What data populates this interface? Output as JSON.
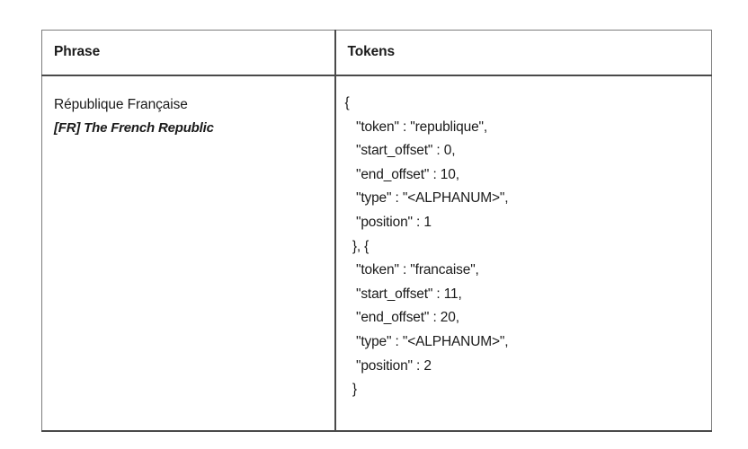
{
  "document": {
    "type": "table",
    "background_color": "#ffffff",
    "border_color": "#7d7d7d",
    "heavy_border_color": "#4a4a4a",
    "text_color": "#1a1a1a"
  },
  "table": {
    "headers": [
      {
        "label": "Phrase"
      },
      {
        "label": "Tokens"
      }
    ],
    "rows": [
      {
        "phrase": {
          "primary": "République Française",
          "secondary": "[FR] The French Republic"
        },
        "tokens": {
          "lines": [
            "{",
            "   \"token\" : \"republique\",",
            "   \"start_offset\" : 0,",
            "   \"end_offset\" : 10,",
            "   \"type\" : \"<ALPHANUM>\",",
            "   \"position\" : 1",
            "  }, {",
            "   \"token\" : \"francaise\",",
            "   \"start_offset\" : 11,",
            "   \"end_offset\" : 20,",
            "   \"type\" : \"<ALPHANUM>\",",
            "   \"position\" : 2",
            "  }"
          ]
        }
      }
    ]
  }
}
